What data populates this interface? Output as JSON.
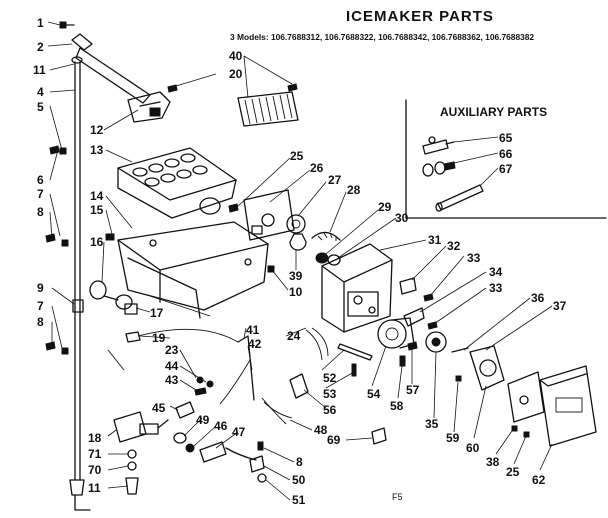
{
  "header": {
    "title": "ICEMAKER PARTS",
    "models": "3 Models: 106.7688312, 106.7688322, 106.7688342, 106.7688362, 106.7688382"
  },
  "auxiliary": {
    "title": "AUXILIARY PARTS"
  },
  "footer": {
    "code": "F5"
  },
  "labels": {
    "l1": "1",
    "l2": "2",
    "l11a": "11",
    "l4": "4",
    "l5": "5",
    "l12": "12",
    "l40": "40",
    "l20": "20",
    "l13": "13",
    "l6": "6",
    "l7a": "7",
    "l8a": "8",
    "l14": "14",
    "l15": "15",
    "l16": "16",
    "l17": "17",
    "l9": "9",
    "l7b": "7",
    "l8b": "8",
    "l25a": "25",
    "l26": "26",
    "l27": "27",
    "l28": "28",
    "l29": "29",
    "l30": "30",
    "l39": "39",
    "l10": "10",
    "l31": "31",
    "l32": "32",
    "l33a": "33",
    "l34": "34",
    "l33b": "33",
    "l36": "36",
    "l37": "37",
    "l19": "19",
    "l41": "41",
    "l23": "23",
    "l42": "42",
    "l44": "44",
    "l43": "43",
    "l24": "24",
    "l45": "45",
    "l49": "49",
    "l46": "46",
    "l47": "47",
    "l48": "48",
    "l52": "52",
    "l53": "53",
    "l56": "56",
    "l54": "54",
    "l58": "58",
    "l57": "57",
    "l35": "35",
    "l59": "59",
    "l60": "60",
    "l38": "38",
    "l25b": "25",
    "l62": "62",
    "l18": "18",
    "l71": "71",
    "l70": "70",
    "l11b": "11",
    "l69": "69",
    "l8c": "8",
    "l50": "50",
    "l51": "51",
    "l65": "65",
    "l66": "66",
    "l67": "67"
  }
}
